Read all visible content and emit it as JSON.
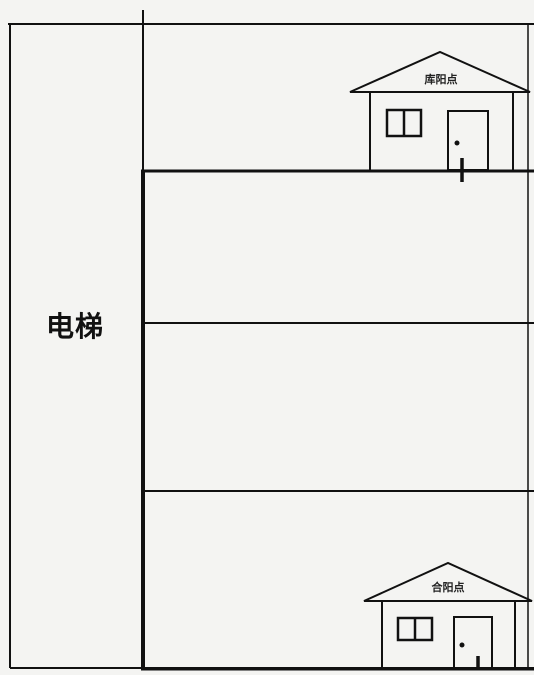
{
  "diagram": {
    "elevator_label": "电梯",
    "top_house_sign": "库阳点",
    "bottom_house_sign": "合阳点"
  },
  "colors": {
    "line": "#111111",
    "background": "#f4f4f2"
  }
}
